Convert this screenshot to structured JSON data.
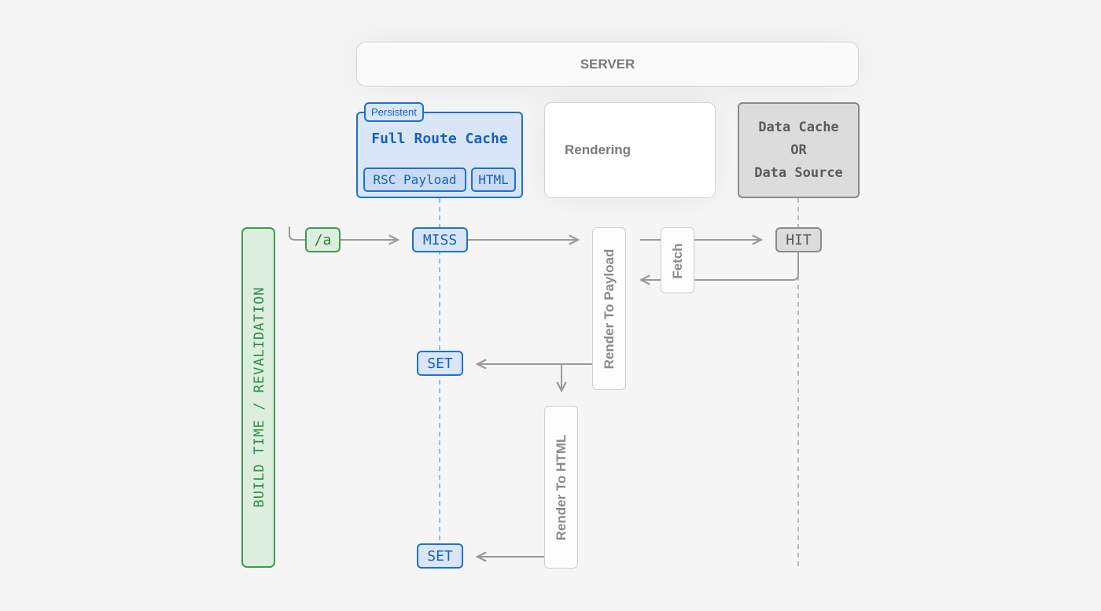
{
  "server": {
    "label": "SERVER"
  },
  "full_route_cache": {
    "badge": "Persistent",
    "title": "Full Route Cache",
    "chips": [
      "RSC Payload",
      "HTML"
    ]
  },
  "rendering": {
    "label": "Rendering"
  },
  "data_cache": {
    "lines": [
      "Data Cache",
      "OR",
      "Data Source"
    ]
  },
  "timeline": {
    "label": "BUILD TIME / REVALIDATION"
  },
  "request": {
    "route": "/a"
  },
  "statuses": {
    "miss": "MISS",
    "set_payload": "SET",
    "set_html": "SET",
    "hit": "HIT"
  },
  "steps": {
    "fetch": "Fetch",
    "render_payload": "Render To Payload",
    "render_html": "Render To HTML"
  },
  "colors": {
    "blue": "#1f6fd6",
    "blue_fill": "#d8e6f8",
    "green": "#3f9a52",
    "green_fill": "#dcefdf",
    "gray": "#8a8a8a",
    "gray_fill": "#dcdcdc",
    "background": "#f5f5f5"
  }
}
